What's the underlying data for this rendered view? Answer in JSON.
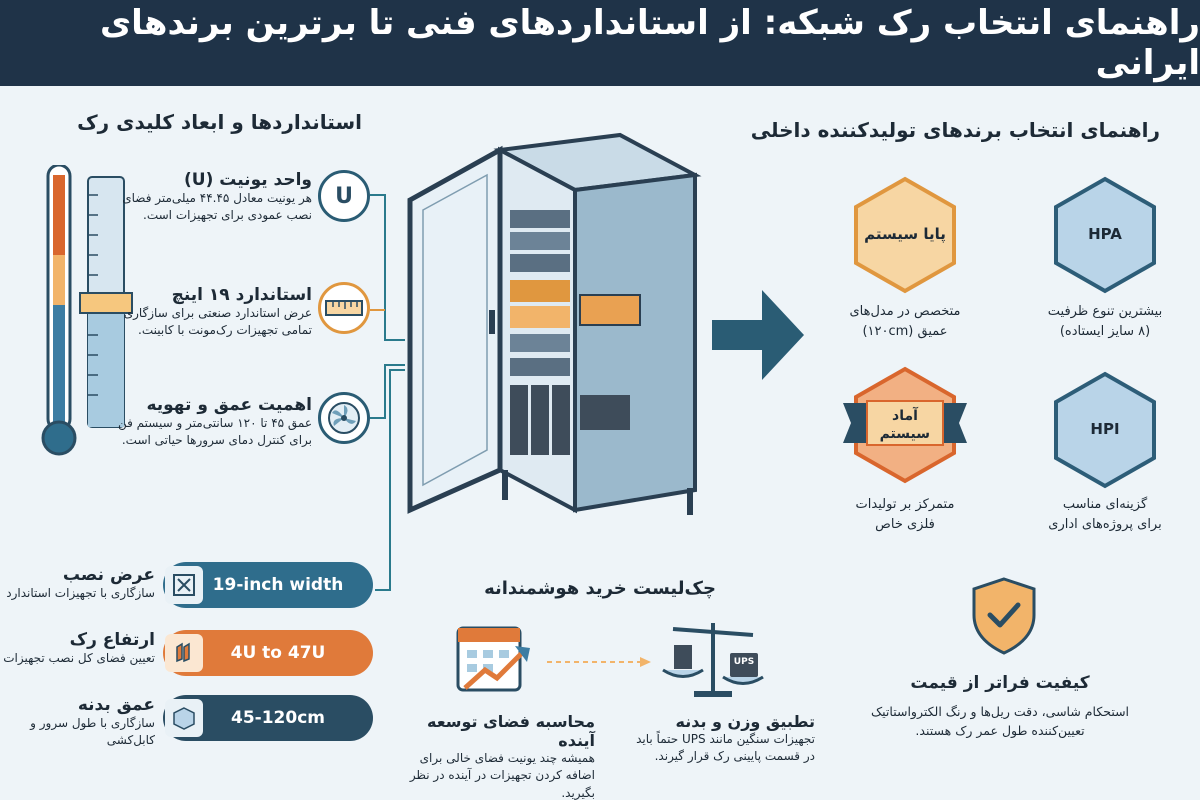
{
  "header": {
    "title": "راهنمای انتخاب رک شبکه: از استانداردهای فنی تا برترین برندهای ایرانی"
  },
  "left": {
    "section_title": "استانداردها و ابعاد کلیدی رک",
    "items": [
      {
        "icon": "u-unit-icon",
        "icon_text": "U",
        "title": "واحد یونیت (U)",
        "desc": [
          "هر یونیت معادل ۴۴.۴۵ میلی‌متر فضای",
          "نصب عمودی برای تجهیزات است."
        ]
      },
      {
        "icon": "ruler-icon",
        "title": "استاندارد ۱۹ اینچ",
        "desc": [
          "عرض استاندارد صنعتی برای سازگاری",
          "تمامی تجهیزات رک‌مونت با کابینت."
        ]
      },
      {
        "icon": "fan-icon",
        "title": "اهمیت عمق و تهویه",
        "desc": [
          "عمق ۴۵ تا ۱۲۰ سانتی‌متر و سیستم فن",
          "برای کنترل دمای سرورها حیاتی است."
        ]
      }
    ],
    "specs": [
      {
        "title": "عرض نصب",
        "desc": [
          "سازگاری با تجهیزات استاندارد"
        ],
        "value": "19-inch width",
        "color": "#2f6d8c"
      },
      {
        "title": "ارتفاع رک",
        "desc": [
          "تعیین فضای کل نصب تجهیزات"
        ],
        "value": "4U to 47U",
        "color": "#e07a3a"
      },
      {
        "title": "عمق بدنه",
        "desc": [
          "سازگاری با طول سرور و",
          "کابل‌کشی"
        ],
        "value": "45-120cm",
        "color": "#2a4d63"
      }
    ]
  },
  "right": {
    "section_title": "راهنمای انتخاب برندهای تولیدکننده داخلی",
    "brands": [
      {
        "name": "HPA",
        "desc": [
          "بیشترین تنوع ظرفیت",
          "(۸ سایز ایستاده)"
        ],
        "color": "#b9d4e8",
        "stroke": "#2d5d78"
      },
      {
        "name": "پایا سیستم",
        "desc": [
          "متخصص در مدل‌های",
          "عمیق (۱۲۰cm)"
        ],
        "color": "#f7d6a3",
        "stroke": "#e0973f"
      },
      {
        "name": "HPI",
        "desc": [
          "گزینه‌ای مناسب",
          "برای پروژه‌های اداری"
        ],
        "color": "#b9d4e8",
        "stroke": "#2d5d78"
      },
      {
        "name": "آماد سیستم",
        "desc": [
          "متمرکز بر تولیدات",
          "فلزی خاص"
        ],
        "color": "#f2b083",
        "stroke": "#d9662d"
      }
    ],
    "quality": {
      "title": "کیفیت فراتر از قیمت",
      "desc": [
        "استحکام شاسی، دقت ریل‌ها و رنگ الکترواستاتیک",
        "تعیین‌کننده طول عمر رک هستند."
      ]
    }
  },
  "checklist": {
    "title": "چک‌لیست خرید هوشمندانه",
    "items": [
      {
        "title": "محاسبه فضای توسعه آینده",
        "desc": [
          "همیشه چند یونیت فضای خالی برای",
          "اضافه کردن تجهیزات در آینده در نظر بگیرید."
        ]
      },
      {
        "title": "تطبیق وزن و بدنه",
        "desc": [
          "تجهیزات سنگین مانند UPS حتماً باید",
          "در قسمت پایینی رک قرار گیرند."
        ],
        "ups_label": "UPS"
      }
    ]
  }
}
